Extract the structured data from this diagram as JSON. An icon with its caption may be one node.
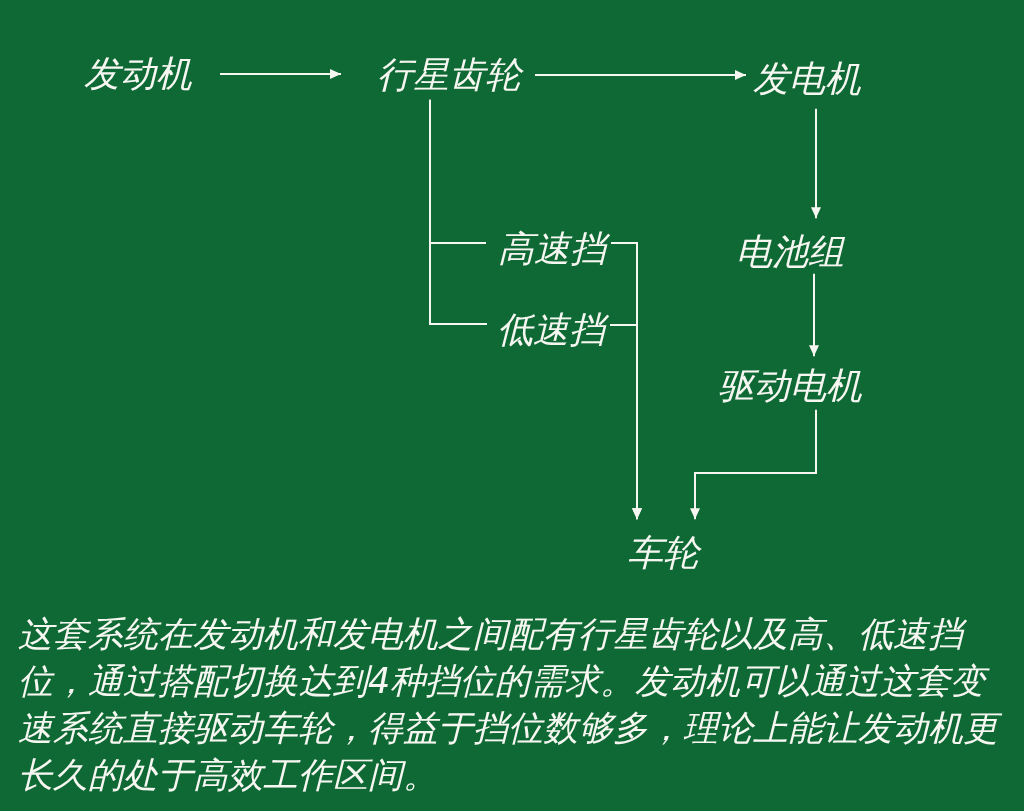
{
  "diagram": {
    "caption": "这套系统在发动机和发电机之间配有行星齿轮以及高、低速挡位，通过搭配切换达到4种挡位的需求。发动机可以通过这套变速系统直接驱动车轮，得益于挡位数够多，理论上能让发动机更长久的处于高效工作区间。",
    "nodes": [
      {
        "text": [
          "发动机"
        ]
      },
      {
        "text": [
          "行星齿轮"
        ]
      },
      {
        "text": [
          "发电机"
        ]
      },
      {
        "text": [
          "高速挡"
        ]
      },
      {
        "text": [
          "低速挡"
        ]
      },
      {
        "text": [
          "电池组"
        ]
      },
      {
        "text": [
          "驱动电机"
        ]
      },
      {
        "text": [
          "车轮"
        ]
      }
    ],
    "edges": [
      {
        "from": 0,
        "to": 1,
        "arrow": "to"
      },
      {
        "from": 1,
        "to": 2,
        "arrow": "to"
      },
      {
        "from": 1,
        "to": 3,
        "arrow": "none"
      },
      {
        "from": 1,
        "to": 4,
        "arrow": "none"
      },
      {
        "from": 3,
        "to": 7,
        "arrow": "to"
      },
      {
        "from": 4,
        "to": 7,
        "arrow": "to"
      },
      {
        "from": 2,
        "to": 5,
        "arrow": "to"
      },
      {
        "from": 5,
        "to": 6,
        "arrow": "to"
      },
      {
        "from": 6,
        "to": 7,
        "arrow": "to"
      }
    ]
  }
}
